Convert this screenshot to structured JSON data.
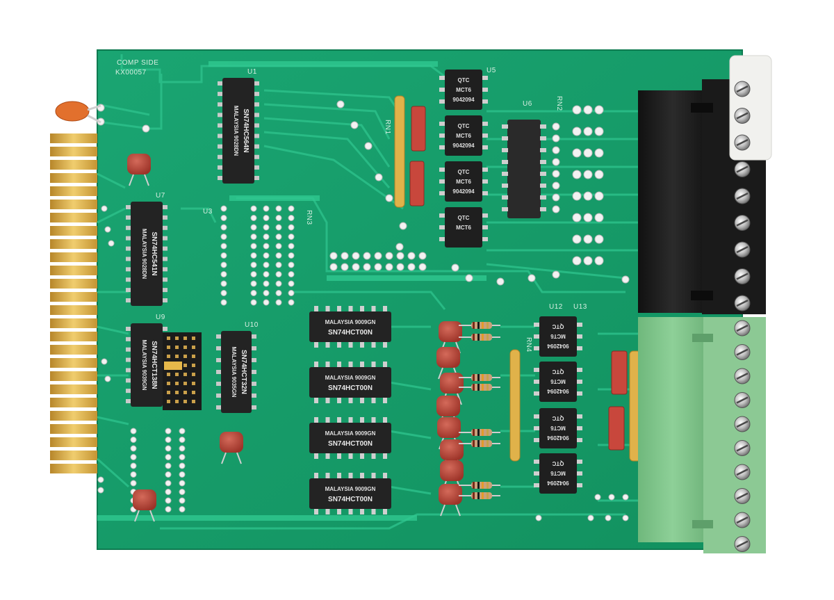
{
  "board": {
    "silk_title": "COMP SIDE",
    "silk_part": "KX00057",
    "colors": {
      "pcb": "#18a06e",
      "trace": "#26b884",
      "chip": "#1e1e1e",
      "gold": "#d6a93a",
      "terminal_black": "#1c1c1c",
      "terminal_green": "#7fc58a",
      "capacitor": "#b84335"
    }
  },
  "chips": [
    {
      "ref": "U1",
      "line1": "MALAYSIA 9028DN",
      "line2": "SN74HC564N"
    },
    {
      "ref": "U7",
      "line1": "MALAYSIA 9028DN",
      "line2": "SN74HC541N"
    },
    {
      "ref": "U9",
      "line1": "MALAYSIA 9039GN",
      "line2": "SN74HCT138N"
    },
    {
      "ref": "U10",
      "line1": "MALAYSIA 9035GN",
      "line2": "SN74HCT32N"
    },
    {
      "ref": "",
      "line1": "MALAYSIA 9009GN",
      "line2": "SN74HCT00N"
    },
    {
      "ref": "",
      "line1": "MALAYSIA 9009GN",
      "line2": "SN74HCT00N"
    },
    {
      "ref": "",
      "line1": "MALAYSIA 9009GN",
      "line2": "SN74HCT00N"
    },
    {
      "ref": "",
      "line1": "MALAYSIA 9009GN",
      "line2": "SN74HCT00N"
    }
  ],
  "optos": [
    {
      "line1": "QTC",
      "line2": "MCT6",
      "line3": "9042094"
    },
    {
      "line1": "QTC",
      "line2": "MCT6",
      "line3": "9042094"
    },
    {
      "line1": "QTC",
      "line2": "MCT6",
      "line3": "9042094"
    },
    {
      "line1": "QTC",
      "line2": "MCT6",
      "line3": ""
    },
    {
      "line1": "QTC",
      "line2": "MCT6",
      "line3": "9042094"
    },
    {
      "line1": "QTC",
      "line2": "MCT6",
      "line3": "9042094"
    },
    {
      "line1": "QTC",
      "line2": "MCT6",
      "line3": "9042094"
    },
    {
      "line1": "QTC",
      "line2": "MCT6",
      "line3": "9042094"
    }
  ],
  "refs": {
    "u3": "U3",
    "u5": "U5",
    "u6": "U6",
    "u12": "U12",
    "u13": "U13",
    "rn1": "RN1",
    "rn2": "RN2",
    "rn3": "RN3",
    "rn4": "RN4"
  },
  "terminal_blocks": [
    {
      "name": "black-terminal-block",
      "screws": 9
    },
    {
      "name": "green-terminal-block",
      "screws": 10
    }
  ]
}
